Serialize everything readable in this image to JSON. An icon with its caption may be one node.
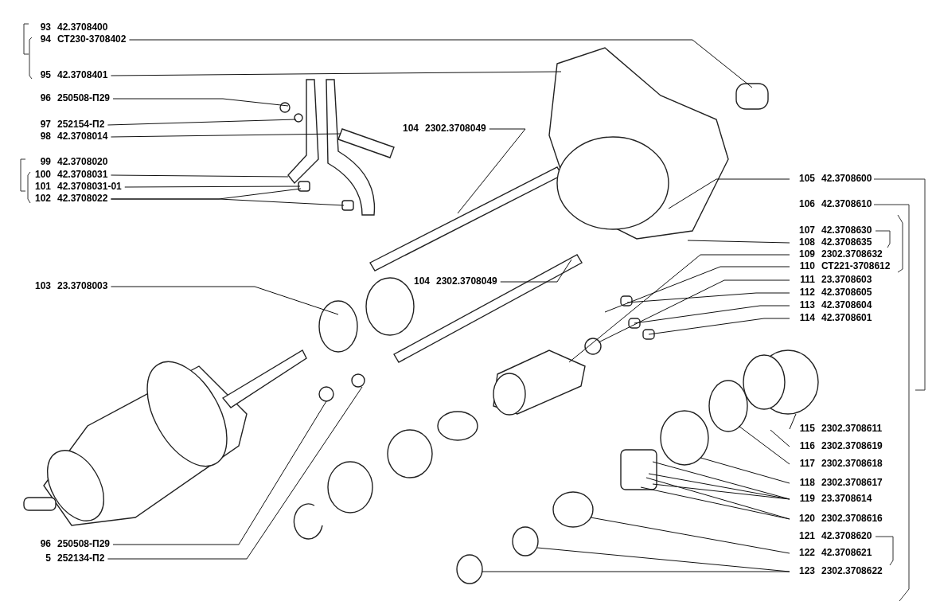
{
  "diagram": {
    "nodes": [
      {
        "text": [
          "93",
          "42.3708400"
        ]
      },
      {
        "text": [
          "94",
          "СТ230-3708402"
        ]
      },
      {
        "text": [
          "95",
          "42.3708401"
        ]
      },
      {
        "text": [
          "96",
          "250508-П29"
        ]
      },
      {
        "text": [
          "97",
          "252154-П2"
        ]
      },
      {
        "text": [
          "98",
          "42.3708014"
        ]
      },
      {
        "text": [
          "99",
          "42.3708020"
        ]
      },
      {
        "text": [
          "100",
          "42.3708031"
        ]
      },
      {
        "text": [
          "101",
          "42.3708031-01"
        ]
      },
      {
        "text": [
          "102",
          "42.3708022"
        ]
      },
      {
        "text": [
          "104",
          "2302.3708049"
        ]
      },
      {
        "text": [
          "105",
          "42.3708600"
        ]
      },
      {
        "text": [
          "106",
          "42.3708610"
        ]
      },
      {
        "text": [
          "107",
          "42.3708630"
        ]
      },
      {
        "text": [
          "108",
          "42.3708635"
        ]
      },
      {
        "text": [
          "109",
          "2302.3708632"
        ]
      },
      {
        "text": [
          "110",
          "СТ221-3708612"
        ]
      },
      {
        "text": [
          "103",
          "23.3708003"
        ]
      },
      {
        "text": [
          "104",
          "2302.3708049"
        ]
      },
      {
        "text": [
          "111",
          "23.3708603"
        ]
      },
      {
        "text": [
          "112",
          "42.3708605"
        ]
      },
      {
        "text": [
          "113",
          "42.3708604"
        ]
      },
      {
        "text": [
          "114",
          "42.3708601"
        ]
      },
      {
        "text": [
          "115",
          "2302.3708611"
        ]
      },
      {
        "text": [
          "116",
          "2302.3708619"
        ]
      },
      {
        "text": [
          "117",
          "2302.3708618"
        ]
      },
      {
        "text": [
          "118",
          "2302.3708617"
        ]
      },
      {
        "text": [
          "119",
          "23.3708614"
        ]
      },
      {
        "text": [
          "120",
          "2302.3708616"
        ]
      },
      {
        "text": [
          "121",
          "42.3708620"
        ]
      },
      {
        "text": [
          "122",
          "42.3708621"
        ]
      },
      {
        "text": [
          "123",
          "2302.3708622"
        ]
      },
      {
        "text": [
          "96",
          "250508-П29"
        ]
      },
      {
        "text": [
          "5",
          "252134-П2"
        ]
      }
    ],
    "edges": [
      {
        "from": 1,
        "to": null,
        "arrow": "none"
      },
      {
        "from": 2,
        "to": null,
        "arrow": "none"
      },
      {
        "from": 3,
        "to": null,
        "arrow": "none"
      },
      {
        "from": 4,
        "to": null,
        "arrow": "none"
      },
      {
        "from": 5,
        "to": null,
        "arrow": "none"
      },
      {
        "from": 7,
        "to": null,
        "arrow": "none"
      },
      {
        "from": 8,
        "to": null,
        "arrow": "none"
      },
      {
        "from": 9,
        "to": null,
        "arrow": "none"
      },
      {
        "from": 9,
        "to": null,
        "arrow": "none"
      },
      {
        "from": 10,
        "to": null,
        "arrow": "none"
      },
      {
        "from": 11,
        "to": null,
        "arrow": "none"
      },
      {
        "from": 14,
        "to": null,
        "arrow": "none"
      },
      {
        "from": 15,
        "to": null,
        "arrow": "none"
      },
      {
        "from": 16,
        "to": null,
        "arrow": "none"
      },
      {
        "from": 17,
        "to": null,
        "arrow": "none"
      },
      {
        "from": 18,
        "to": null,
        "arrow": "none"
      },
      {
        "from": 19,
        "to": null,
        "arrow": "none"
      },
      {
        "from": 20,
        "to": null,
        "arrow": "none"
      },
      {
        "from": 21,
        "to": null,
        "arrow": "none"
      },
      {
        "from": 22,
        "to": null,
        "arrow": "none"
      },
      {
        "from": 23,
        "to": null,
        "arrow": "none"
      },
      {
        "from": 24,
        "to": null,
        "arrow": "none"
      },
      {
        "from": 25,
        "to": null,
        "arrow": "none"
      },
      {
        "from": 26,
        "to": null,
        "arrow": "none"
      },
      {
        "from": 27,
        "to": null,
        "arrow": "none"
      },
      {
        "from": 27,
        "to": null,
        "arrow": "none"
      },
      {
        "from": 27,
        "to": null,
        "arrow": "none"
      },
      {
        "from": 28,
        "to": null,
        "arrow": "none"
      },
      {
        "from": 28,
        "to": null,
        "arrow": "none"
      },
      {
        "from": 30,
        "to": null,
        "arrow": "none"
      },
      {
        "from": 31,
        "to": null,
        "arrow": "none"
      },
      {
        "from": 31,
        "to": null,
        "arrow": "none"
      },
      {
        "from": 32,
        "to": null,
        "arrow": "none"
      },
      {
        "from": 33,
        "to": null,
        "arrow": "none"
      }
    ]
  }
}
